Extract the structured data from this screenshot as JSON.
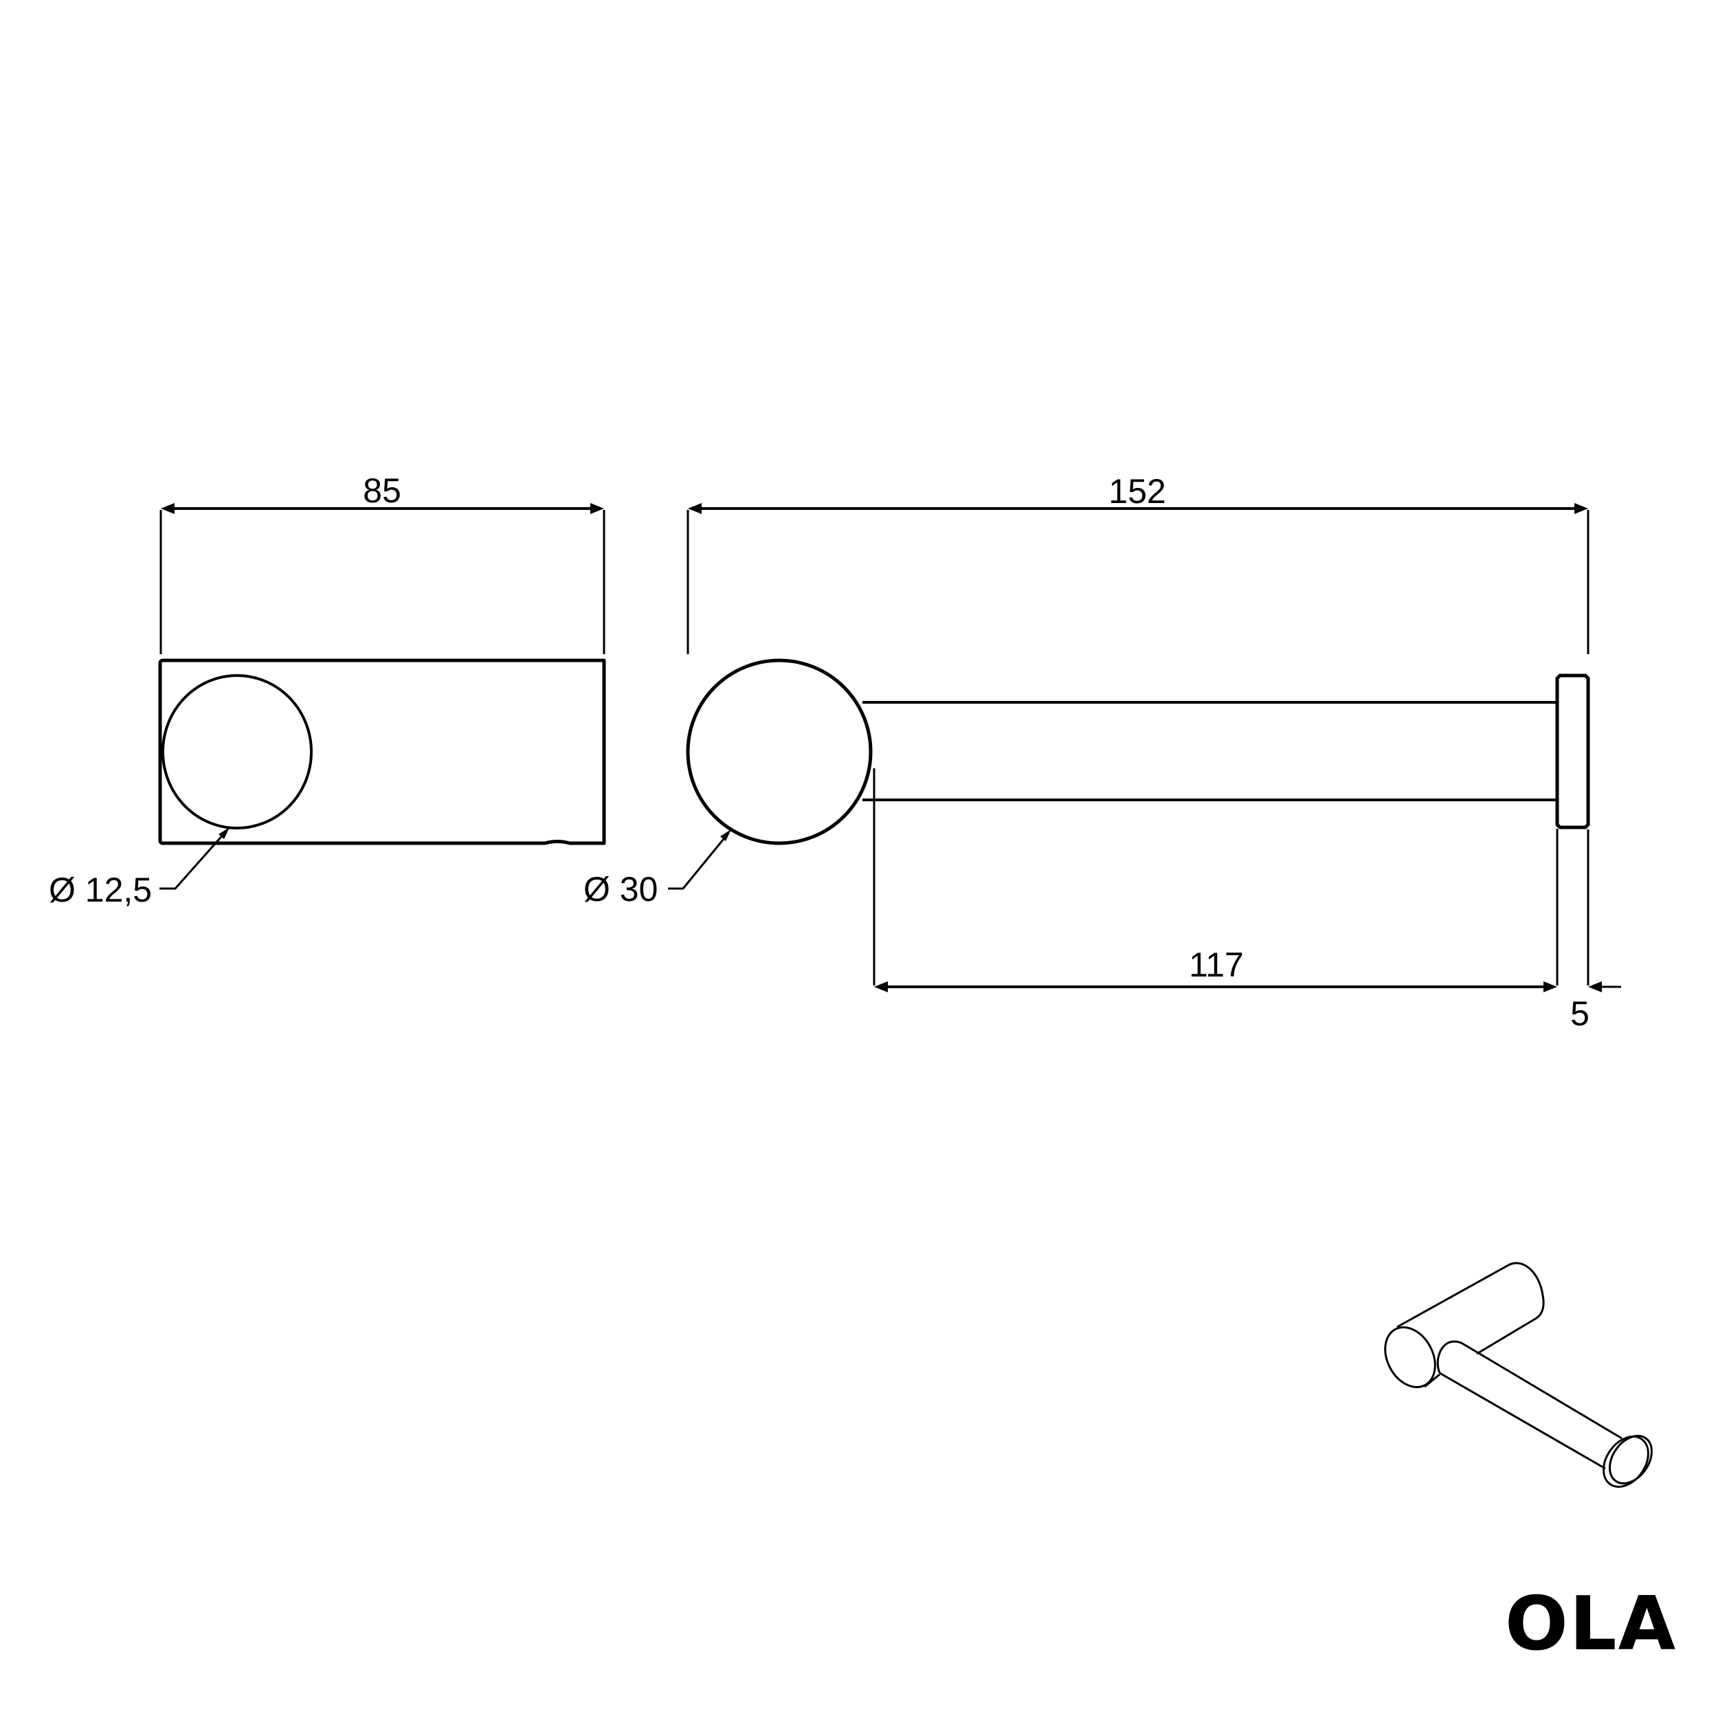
{
  "drawing": {
    "type": "technical-dimension-drawing",
    "product": "toilet paper holder",
    "brand": "OLA",
    "units": "mm",
    "colors": {
      "line": "#000000",
      "background": "#ffffff"
    }
  },
  "front_view": {
    "width_dimension": "85",
    "hole_diameter_label": "Ø 12,5"
  },
  "side_view": {
    "overall_length_dimension": "152",
    "base_diameter_label": "Ø 30",
    "rod_length_dimension": "117",
    "end_cap_thickness_dimension": "5"
  },
  "isometric_view": {
    "icon": "toilet-paper-holder-isometric"
  },
  "footer": {
    "brand_label": "OLA"
  }
}
